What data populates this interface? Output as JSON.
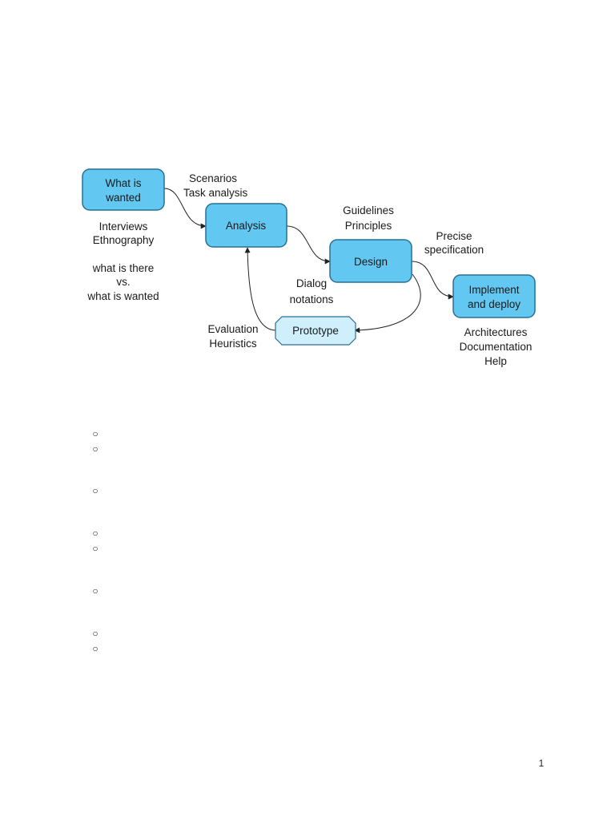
{
  "diagram": {
    "boxes": {
      "what_is_wanted": [
        "What is",
        "wanted"
      ],
      "analysis": [
        "Analysis"
      ],
      "design": [
        "Design"
      ],
      "implement": [
        "Implement",
        "and deploy"
      ],
      "prototype": [
        "Prototype"
      ]
    },
    "annotations": {
      "scenarios": [
        "Scenarios",
        "Task analysis"
      ],
      "interviews": [
        "Interviews",
        "Ethnography",
        "",
        "what is there",
        "vs.",
        "what is wanted"
      ],
      "guidelines": [
        "Guidelines",
        "Principles"
      ],
      "precise": [
        "Precise",
        "specification"
      ],
      "dialog": [
        "Dialog",
        "notations"
      ],
      "evaluation": [
        "Evaluation",
        "Heuristics"
      ],
      "architectures": [
        "Architectures",
        "Documentation",
        "Help"
      ]
    },
    "colors": {
      "box_fill": "#63C8F1",
      "box_stroke": "#2A6F94",
      "prototype_fill": "#CFEFFC",
      "arrow": "#222222"
    }
  },
  "bullets": [
    "○",
    "○",
    "○",
    "○",
    "○",
    "○",
    "○",
    "○"
  ],
  "page_number": "1"
}
